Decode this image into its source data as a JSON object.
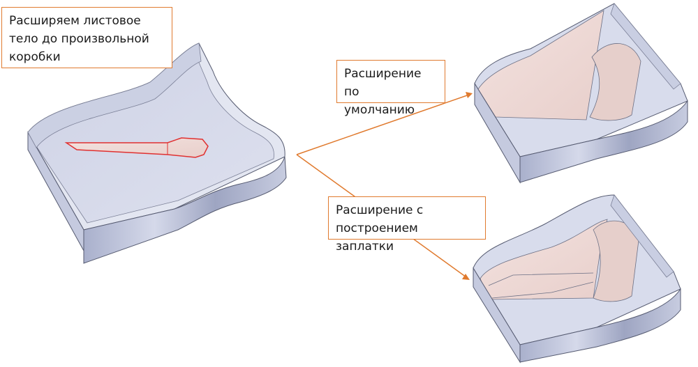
{
  "labels": {
    "source_body": "Расширяем листовое\nтело до произвольной\nкоробки",
    "default_extension": "Расширение по\nумолчанию",
    "patch_extension": "Расширение с\nпостроением заплатки"
  },
  "colors": {
    "accent": "#e07a2e",
    "body_side": "#b8bfd8",
    "body_top": "#d9dcea",
    "sheet_fill": "#f1dcd9",
    "highlight": "#e03030"
  }
}
